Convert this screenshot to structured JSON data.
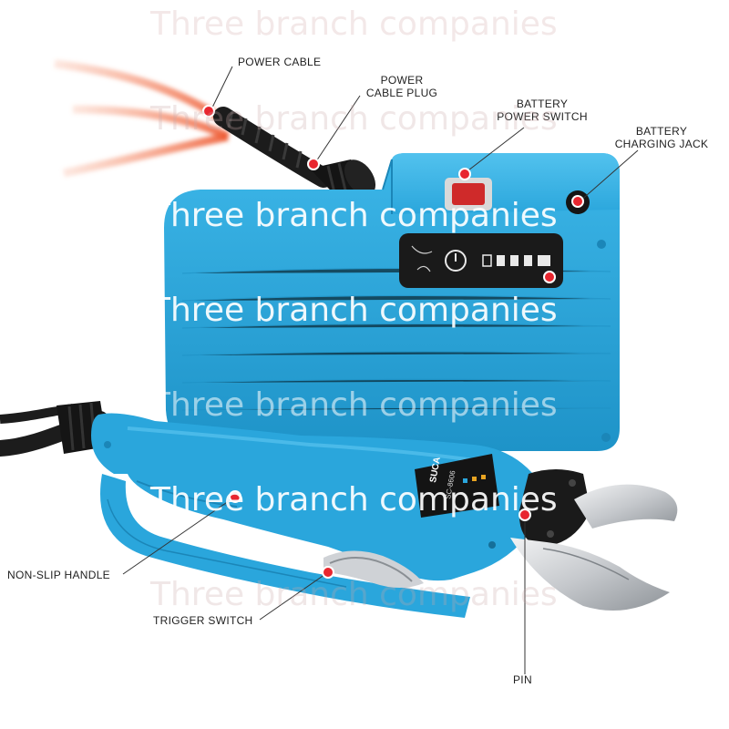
{
  "watermark": {
    "text": "Three branch companies",
    "color_faint": "rgba(200,170,170,0.28)",
    "color_strong": "rgba(255,255,255,0.92)"
  },
  "callouts": {
    "power_cable": "POWER CABLE",
    "power_cable_plug_1": "POWER",
    "power_cable_plug_2": "CABLE PLUG",
    "battery_power_switch_1": "BATTERY",
    "battery_power_switch_2": "POWER SWITCH",
    "battery_charging_jack_1": "BATTERY",
    "battery_charging_jack_2": "CHARGING JACK",
    "non_slip_handle": "NON-SLIP HANDLE",
    "trigger_switch": "TRIGGER SWITCH",
    "pin": "PIN"
  },
  "device": {
    "brand_label": "SUCA",
    "model_label": "SC-8606"
  },
  "colors": {
    "body_blue": "#2aa6dc",
    "body_blue_dark": "#1b86b8",
    "marker_red": "#e8262f",
    "cable_orange": "#f0623a",
    "cable_black": "#1c1c1c",
    "blade_steel": "#c9ccd0"
  }
}
